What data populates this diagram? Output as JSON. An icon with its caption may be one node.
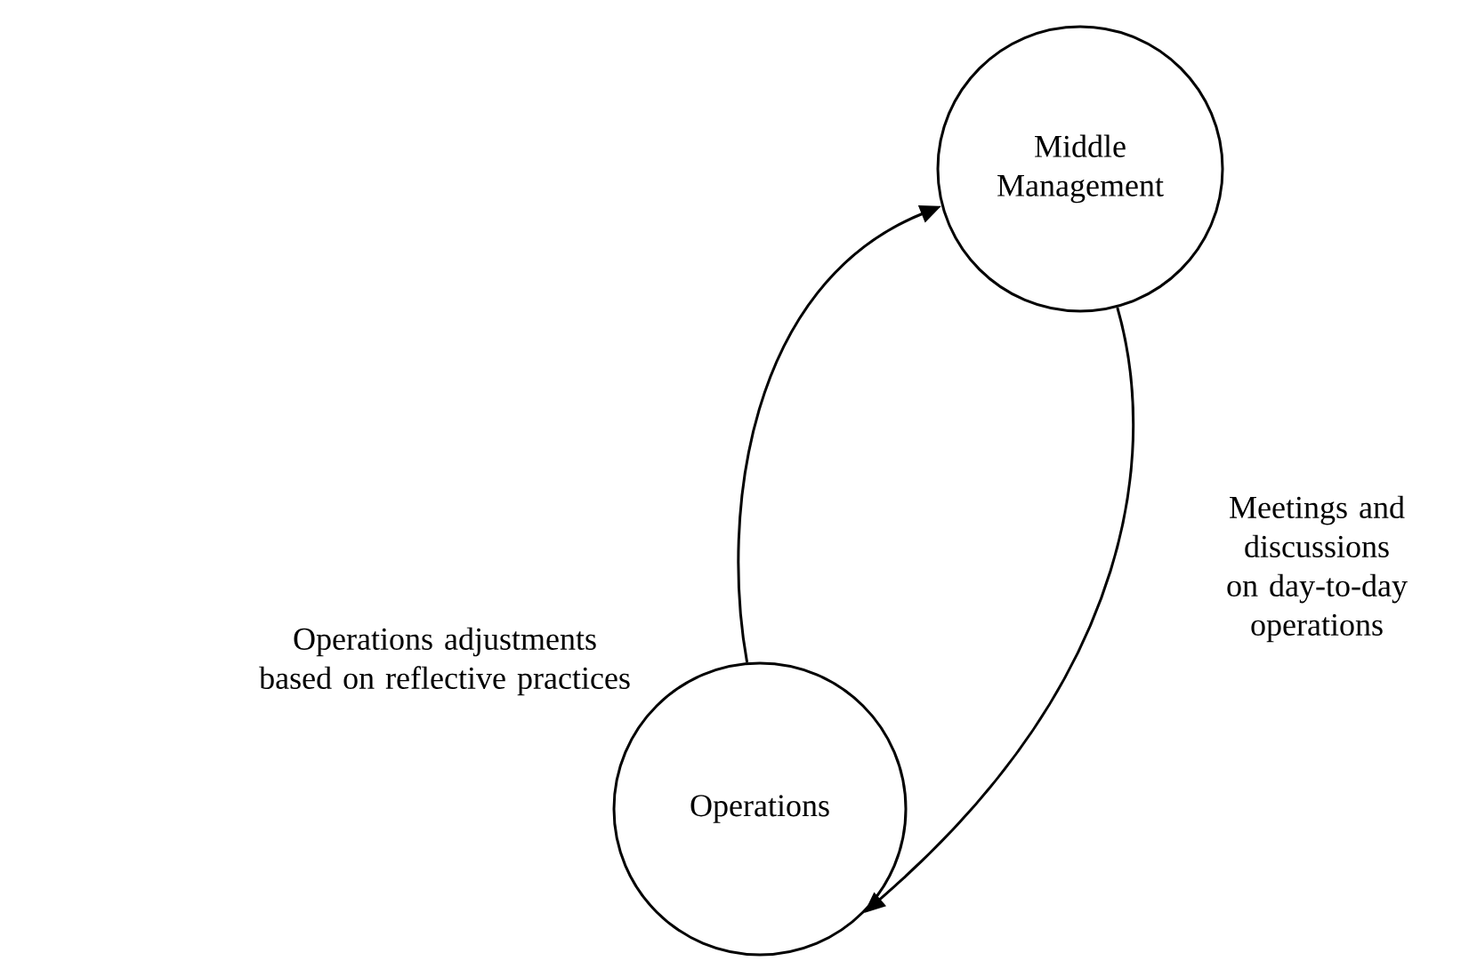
{
  "diagram": {
    "nodes": [
      {
        "text": [
          "Middle Management"
        ]
      },
      {
        "text": [
          "Operations"
        ]
      }
    ],
    "edges": [
      {
        "from": 1,
        "to": 0,
        "arrow": "to",
        "label": "Operations adjustments based on reflective practices"
      },
      {
        "from": 0,
        "to": 1,
        "arrow": "to",
        "label": "Meetings and discussions on day-to-day operations"
      }
    ]
  }
}
